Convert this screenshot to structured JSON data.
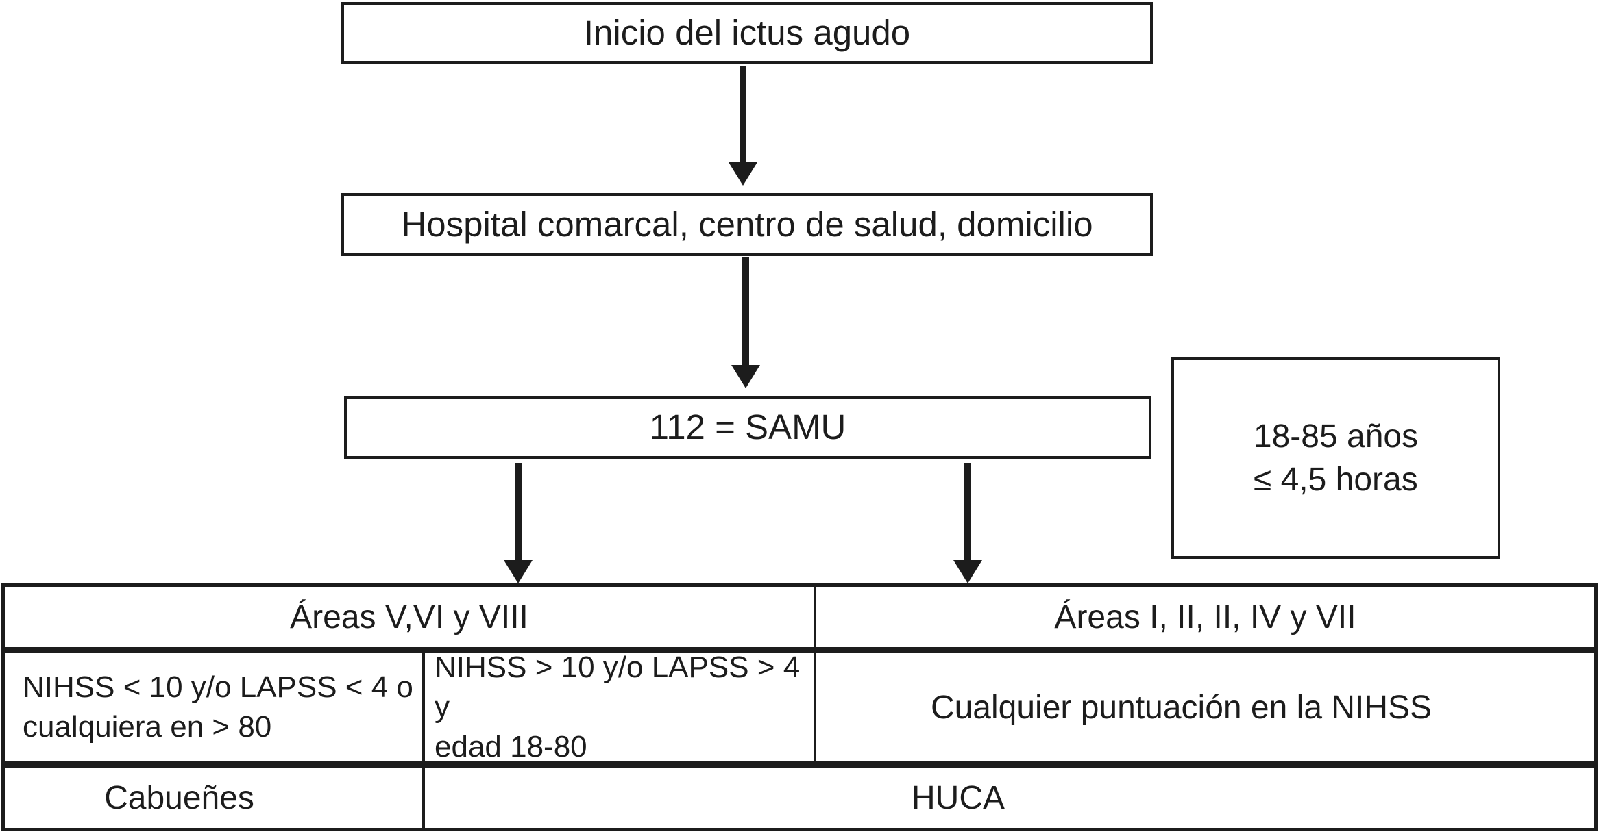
{
  "flowchart": {
    "nodes": {
      "start": "Inicio del ictus agudo",
      "first_level": "Hospital comarcal, centro de salud, domicilio",
      "emergency": "112 = SAMU",
      "inclusion_note": {
        "line1": "18-85 años",
        "line2": "≤ 4,5 horas"
      }
    },
    "edges": [
      {
        "from": "start",
        "to": "first_level",
        "type": "arrow-down"
      },
      {
        "from": "first_level",
        "to": "emergency",
        "type": "arrow-down"
      },
      {
        "from": "emergency",
        "to": "areas_west",
        "type": "arrow-down"
      },
      {
        "from": "emergency",
        "to": "areas_central",
        "type": "arrow-down"
      }
    ],
    "table": {
      "areas": {
        "west": "Áreas V,VI y VIII",
        "central": "Áreas I, II, II, IV y VII"
      },
      "criteria": {
        "cabuenes": {
          "line1": "NIHSS < 10 y/o LAPSS < 4 o",
          "line2": "cualquiera en > 80"
        },
        "huca_west": {
          "line1": "NIHSS > 10 y/o LAPSS > 4 y",
          "line2": "edad 18-80"
        },
        "huca_central": "Cualquier puntuación en la NIHSS"
      },
      "hospitals": {
        "west": "Cabueñes",
        "rest": "HUCA"
      }
    },
    "colors": {
      "ink": "#1c1c1c",
      "background": "#ffffff"
    }
  }
}
